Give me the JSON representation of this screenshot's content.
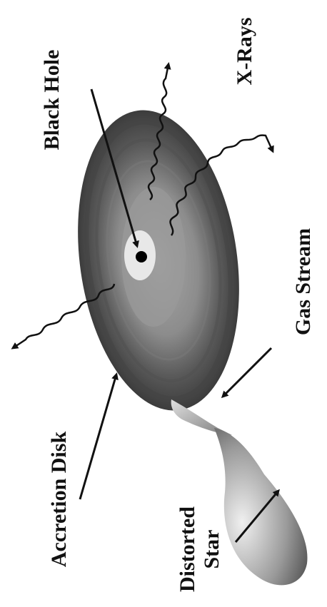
{
  "labels": {
    "black_hole": "Black Hole",
    "x_rays": "X-Rays",
    "gas_stream": "Gas Stream",
    "accretion_disk": "Accretion Disk",
    "distorted": "Distorted",
    "star": "Star"
  },
  "colors": {
    "ink": "#111111",
    "disk_outer": "#3a3a3a",
    "disk_mid": "#6e6e6e",
    "disk_inner": "#9a9a9a",
    "hole_glow": "#e6e6e6",
    "star_light": "#e8e8e8",
    "star_dark": "#5a5a5a"
  }
}
